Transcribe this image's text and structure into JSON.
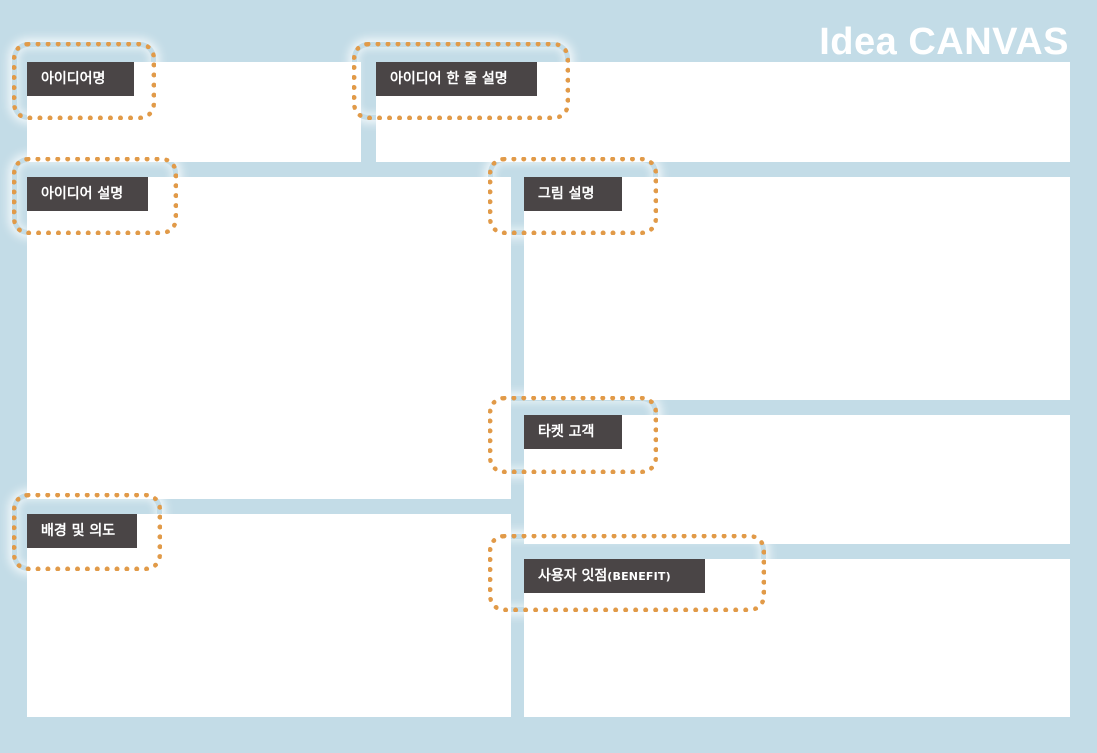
{
  "title": "Idea CANVAS",
  "colors": {
    "background": "#c3dce7",
    "panel": "#ffffff",
    "label_bg": "#4a4546",
    "label_text": "#ffffff",
    "dotted_outline": "#e19a48"
  },
  "sections": {
    "idea_name": "아이디어명",
    "one_line": "아이디어 한 줄 설명",
    "description": "아이디어 설명",
    "picture": "그림 설명",
    "target": "타켓 고객",
    "background": "배경 및 의도",
    "benefit_main": "사용자 잇점",
    "benefit_sub": "(BENEFIT)"
  }
}
